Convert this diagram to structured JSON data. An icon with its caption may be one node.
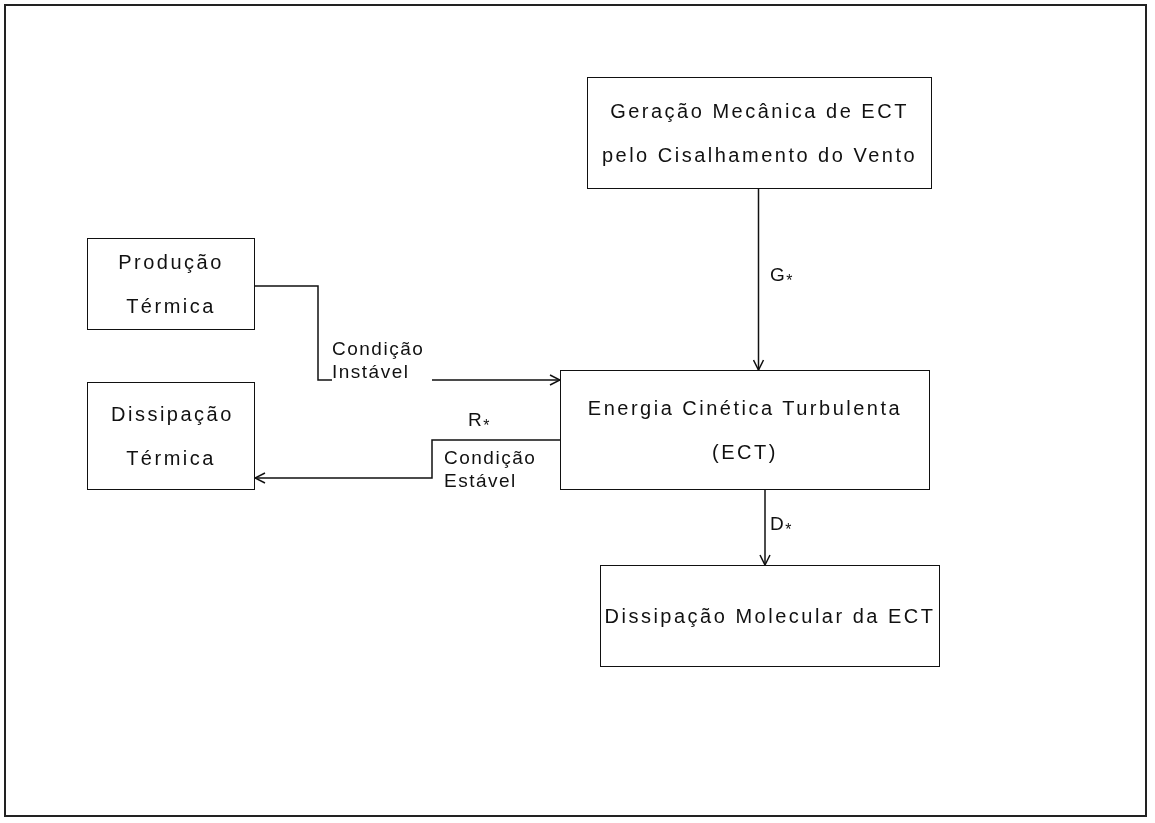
{
  "diagram": {
    "nodes": [
      {
        "text": [
          "Geração Mecânica de ECT pelo Cisalhamento do Vento"
        ]
      },
      {
        "text": [
          "Produção Térmica"
        ]
      },
      {
        "text": [
          "Energia Cinética Turbulenta (ECT)"
        ]
      },
      {
        "text": [
          "Dissipação Térmica"
        ]
      },
      {
        "text": [
          "Dissipação Molecular da ECT"
        ]
      }
    ],
    "edges": [
      {
        "from": 0,
        "to": 2,
        "arrow": "to",
        "label": "G$_{*}$"
      },
      {
        "from": 1,
        "to": 2,
        "arrow": "to",
        "label": "Condição Instável"
      },
      {
        "from": 2,
        "to": 3,
        "arrow": "to",
        "label": "Condição Estável"
      },
      {
        "from": 2,
        "to": 4,
        "arrow": "to",
        "label": "D$_{*}$"
      }
    ],
    "labels": [
      "R$_{*}$"
    ]
  }
}
